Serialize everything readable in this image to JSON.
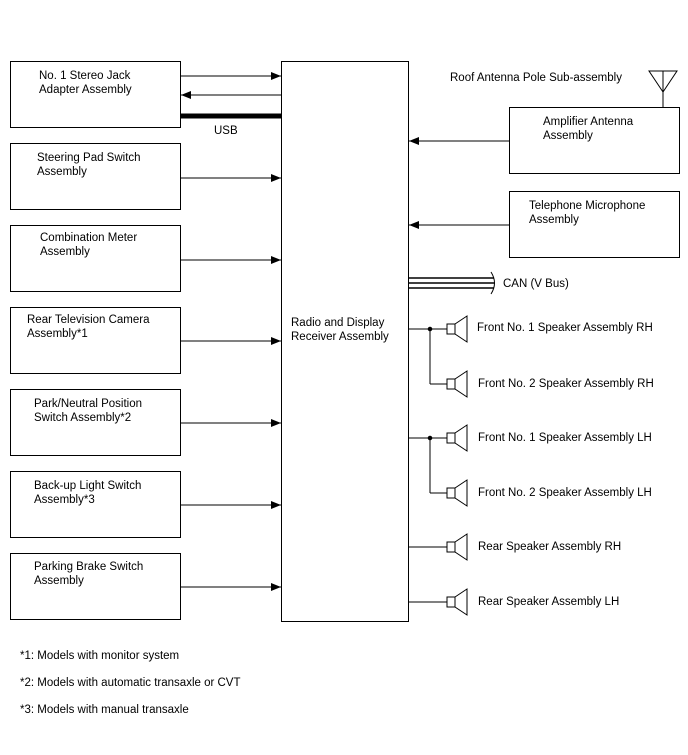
{
  "center_box": {
    "label": "Radio and Display Receiver Assembly"
  },
  "left_components": [
    {
      "id": "stereo-jack",
      "label": "No. 1 Stereo Jack Adapter Assembly"
    },
    {
      "id": "steering-pad",
      "label": "Steering Pad Switch Assembly"
    },
    {
      "id": "combination-meter",
      "label": "Combination Meter Assembly"
    },
    {
      "id": "rear-tv-camera",
      "label": "Rear Television Camera Assembly*1"
    },
    {
      "id": "park-neutral",
      "label": "Park/Neutral Position Switch Assembly*2"
    },
    {
      "id": "backup-light",
      "label": "Back-up Light Switch Assembly*3"
    },
    {
      "id": "parking-brake",
      "label": "Parking Brake Switch Assembly"
    }
  ],
  "usb_label": "USB",
  "right_components": {
    "roof_antenna": "Roof Antenna Pole Sub-assembly",
    "amplifier_antenna": "Amplifier Antenna Assembly",
    "telephone_mic": "Telephone Microphone Assembly",
    "can_bus": "CAN (V Bus)"
  },
  "speakers": [
    "Front No. 1 Speaker Assembly RH",
    "Front No. 2 Speaker Assembly RH",
    "Front No. 1 Speaker Assembly LH",
    "Front No. 2 Speaker Assembly LH",
    "Rear Speaker Assembly RH",
    "Rear Speaker Assembly LH"
  ],
  "notes": [
    "*1: Models with monitor system",
    "*2: Models with automatic transaxle or CVT",
    "*3: Models with manual transaxle"
  ]
}
